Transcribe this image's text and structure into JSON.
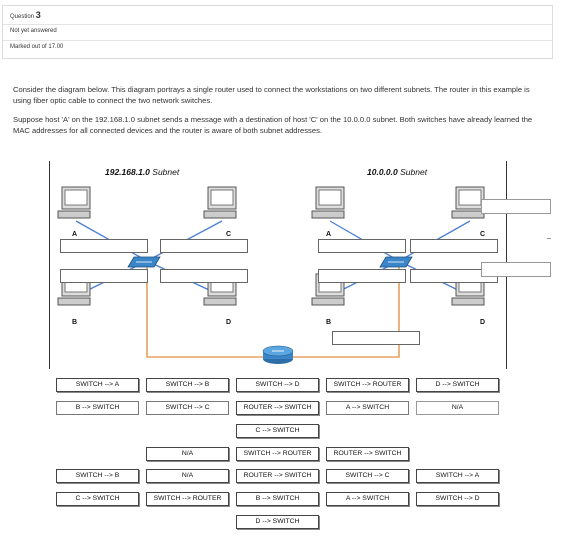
{
  "question": {
    "prefix": "Question",
    "number": "3",
    "status": "Not yet answered",
    "marks": "Marked out of 17.00"
  },
  "text": {
    "p1": "Consider the diagram below. This diagram portrays a single router used to connect the workstations on two different subnets. The router in this example is using fiber optic cable to connect the two network switches.",
    "p2": "Suppose host 'A' on the 192.168.1.0 subnet sends a message with a destination of host 'C' on the 10.0.0.0 subnet. Both switches have already learned the MAC addresses for all connected devices and the router is aware of both subnet addresses."
  },
  "diagram": {
    "left_subnet": {
      "address": "192.168.1.0",
      "word": "Subnet"
    },
    "right_subnet": {
      "address": "10.0.0.0",
      "word": "Subnet"
    },
    "hosts": {
      "a1": "A",
      "c1": "C",
      "b1": "B",
      "d1": "D",
      "a2": "A",
      "c2": "C",
      "b2": "B",
      "d2": "D"
    }
  },
  "answers": {
    "switch_a": "SWITCH --> A",
    "switch_b": "SWITCH --> B",
    "switch_d": "SWITCH --> D",
    "switch_router": "SWITCH --> ROUTER",
    "d_switch": "D --> SWITCH",
    "b_switch": "B --> SWITCH",
    "switch_c": "SWITCH --> C",
    "router_switch": "ROUTER --> SWITCH",
    "a_switch": "A --> SWITCH",
    "na1": "N/A",
    "c_switch_r3": "C --> SWITCH",
    "na2": "N/A",
    "switch_router_r4": "SWITCH --> ROUTER",
    "router_switch_r4": "ROUTER --> SWITCH",
    "switch_b_r5": "SWITCH --> B",
    "na3": "N/A",
    "router_switch_r5": "ROUTER --> SWITCH",
    "switch_c_r5": "SWITCH --> C",
    "switch_a_r5": "SWITCH --> A",
    "c_switch_r6": "C --> SWITCH",
    "switch_router_r6": "SWITCH --> ROUTER",
    "b_switch_r6": "B --> SWITCH",
    "a_switch_r6": "A --> SWITCH",
    "switch_d_r6": "SWITCH --> D",
    "d_switch_r7": "D --> SWITCH"
  },
  "colors": {
    "border": "#dcdcdc",
    "cable": "#4a7fd4",
    "fiber": "#e8a060",
    "router": "#3a86c8"
  }
}
